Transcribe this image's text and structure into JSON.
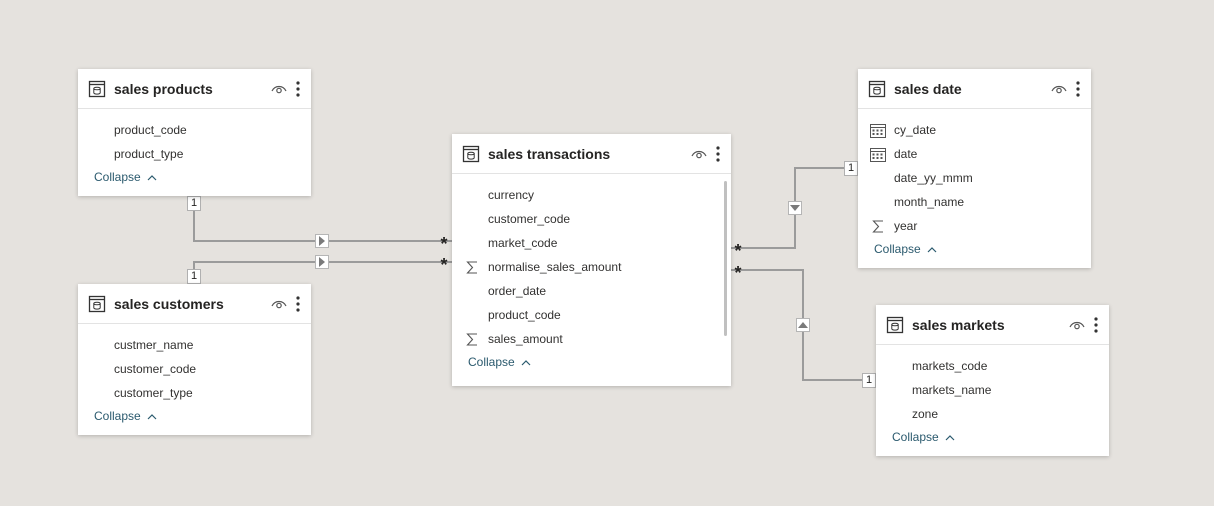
{
  "tables": {
    "products": {
      "title": "sales products",
      "fields": [
        {
          "name": "product_code",
          "icon": ""
        },
        {
          "name": "product_type",
          "icon": ""
        }
      ],
      "collapse_label": "Collapse"
    },
    "customers": {
      "title": "sales customers",
      "fields": [
        {
          "name": "custmer_name",
          "icon": ""
        },
        {
          "name": "customer_code",
          "icon": ""
        },
        {
          "name": "customer_type",
          "icon": ""
        }
      ],
      "collapse_label": "Collapse"
    },
    "transactions": {
      "title": "sales transactions",
      "fields": [
        {
          "name": "currency",
          "icon": ""
        },
        {
          "name": "customer_code",
          "icon": ""
        },
        {
          "name": "market_code",
          "icon": ""
        },
        {
          "name": "normalise_sales_amount",
          "icon": "sum"
        },
        {
          "name": "order_date",
          "icon": ""
        },
        {
          "name": "product_code",
          "icon": ""
        },
        {
          "name": "sales_amount",
          "icon": "sum"
        }
      ],
      "collapse_label": "Collapse"
    },
    "date": {
      "title": "sales date",
      "fields": [
        {
          "name": "cy_date",
          "icon": "calendar"
        },
        {
          "name": "date",
          "icon": "calendar"
        },
        {
          "name": "date_yy_mmm",
          "icon": ""
        },
        {
          "name": "month_name",
          "icon": ""
        },
        {
          "name": "year",
          "icon": "sum"
        }
      ],
      "collapse_label": "Collapse"
    },
    "markets": {
      "title": "sales markets",
      "fields": [
        {
          "name": "markets_code",
          "icon": ""
        },
        {
          "name": "markets_name",
          "icon": ""
        },
        {
          "name": "zone",
          "icon": ""
        }
      ],
      "collapse_label": "Collapse"
    }
  },
  "relationships": {
    "products_transactions": {
      "one": "1",
      "many": "*"
    },
    "customers_transactions": {
      "one": "1",
      "many": "*"
    },
    "transactions_date": {
      "one": "1",
      "many": "*"
    },
    "transactions_markets": {
      "one": "1",
      "many": "*"
    }
  },
  "colors": {
    "canvas": "#e5e2de",
    "card": "#ffffff",
    "link": "#2b5a6e",
    "line": "#9a9a9a"
  }
}
